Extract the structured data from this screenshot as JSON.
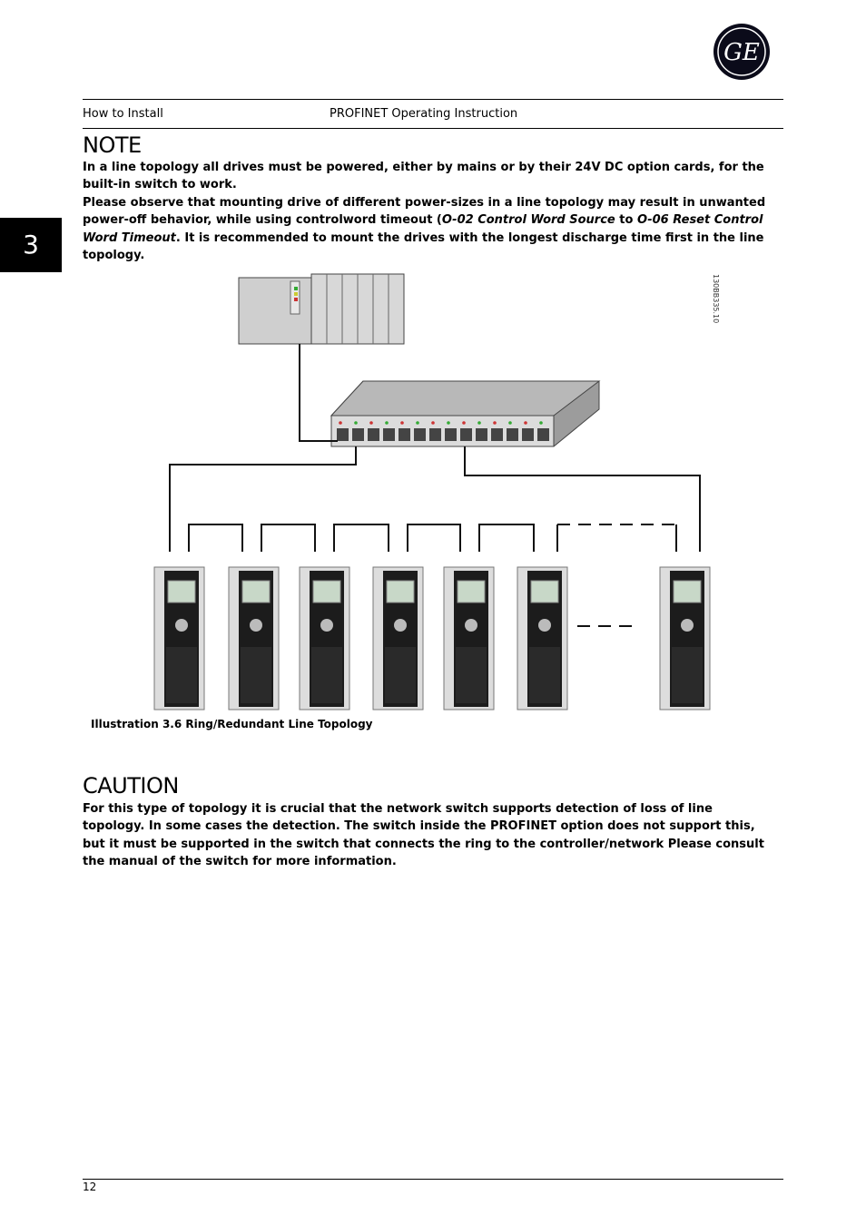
{
  "header": {
    "section": "How to Install",
    "document": "PROFINET Operating Instruction",
    "logo_text": "GE"
  },
  "chapter_tab": "3",
  "note": {
    "title": "NOTE",
    "para1": "In a line topology all drives must be powered, either by mains or by their 24V DC option cards, for the built-in switch to work.",
    "para2_prefix": "Please observe that mounting drive of different power-sizes in a line topology may result in unwanted power-off behavior, while using controlword timeout (",
    "param1": "O-02 Control Word Source",
    "para2_mid": " to ",
    "param2": "O-06 Reset Control Word Timeout",
    "para2_suffix": ". It is recommended to mount the drives with the longest discharge time first in the line topology."
  },
  "figure": {
    "code": "130BB335.10",
    "caption": "Illustration 3.6 Ring/Redundant Line Topology",
    "drive_count": 7
  },
  "caution": {
    "title": "CAUTION",
    "text": "For this type of topology it is crucial that the network switch supports detection of loss of line topology. In some cases the detection. The switch inside the PROFINET option does not support this, but it must be supported in the switch that connects the ring to the controller/network Please consult the manual of the switch for more information."
  },
  "footer": {
    "page_number": "12"
  }
}
